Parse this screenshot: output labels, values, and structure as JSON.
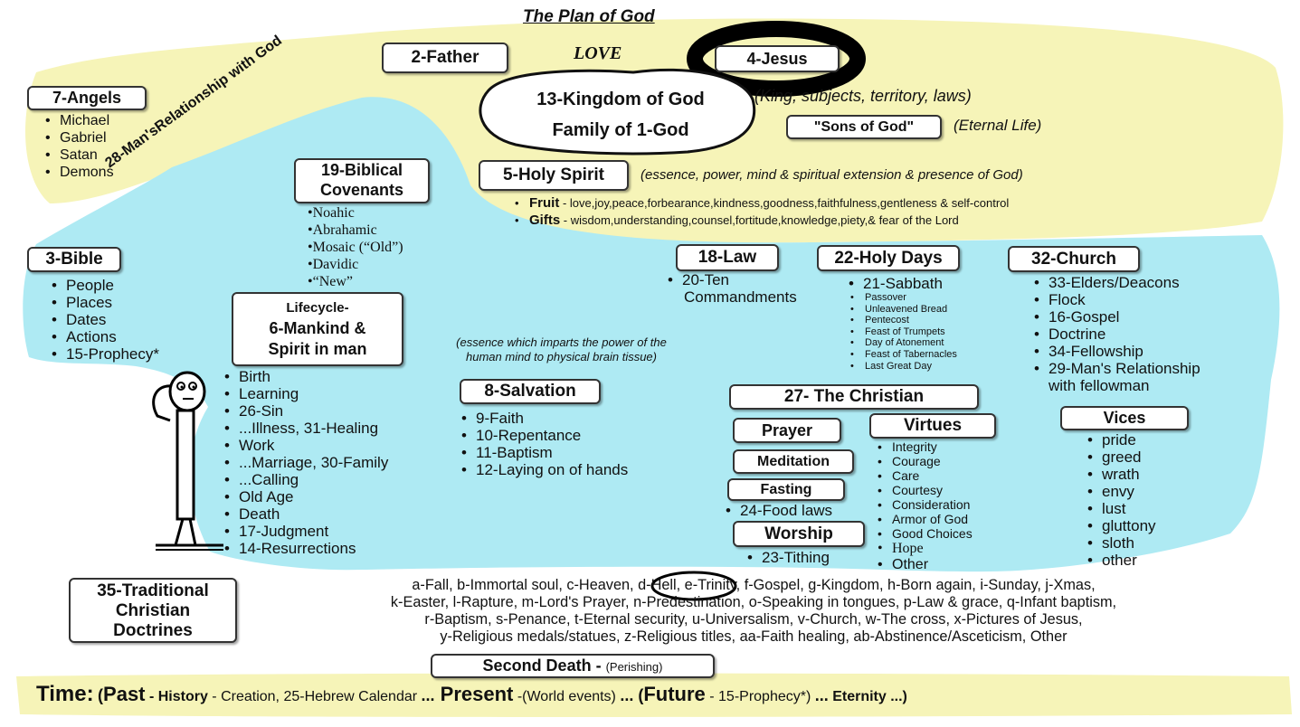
{
  "title": "The Plan of God",
  "love": "LOVE",
  "father": "2-Father",
  "jesus": "4-Jesus",
  "kingdom": {
    "line1": "13-Kingdom of God",
    "line2": "Family of 1-God",
    "note": "(King, subjects, territory, laws)"
  },
  "sons": {
    "label": "\"Sons of God\"",
    "note": "(Eternal Life)"
  },
  "angels": {
    "label": "7-Angels",
    "items": [
      "Michael",
      "Gabriel",
      "Satan",
      "Demons"
    ]
  },
  "relationship": "28-Man'sRelationship with God",
  "holy_spirit": {
    "label": "5-Holy Spirit",
    "note": "(essence, power, mind & spiritual extension & presence of God)",
    "fruit_label": "Fruit",
    "fruit_text": " - love,joy,peace,forbearance,kindness,goodness,faithfulness,gentleness & self-control",
    "gifts_label": "Gifts",
    "gifts_text": " - wisdom,understanding,counsel,fortitude,knowledge,piety,& fear of the Lord"
  },
  "covenants": {
    "label_line1": "19-Biblical",
    "label_line2": "Covenants",
    "items": [
      "•Noahic",
      "•Abrahamic",
      "•Mosaic (“Old”)",
      "•Davidic",
      "•“New”"
    ]
  },
  "bible": {
    "label": "3-Bible",
    "items": [
      "People",
      "Places",
      "Dates",
      "Actions",
      "15-Prophecy*"
    ]
  },
  "lifecycle": {
    "line1": "Lifecycle-",
    "line2": "6-Mankind &",
    "line3": "Spirit in man",
    "note_line1": "(essence which imparts the power of the",
    "note_line2": "human mind to physical brain tissue)",
    "items": [
      "Birth",
      "Learning",
      "26-Sin",
      "...Illness, 31-Healing",
      "Work",
      "...Marriage, 30-Family",
      "...Calling",
      "Old Age",
      "Death",
      "17-Judgment",
      "14-Resurrections"
    ]
  },
  "law": {
    "label": "18-Law",
    "item_line1": "20-Ten",
    "item_line2": "Commandments"
  },
  "holy_days": {
    "label": "22-Holy Days",
    "first": "21-Sabbath",
    "items": [
      "Passover",
      "Unleavened Bread",
      "Pentecost",
      "Feast of Trumpets",
      "Day of Atonement",
      "Feast of Tabernacles",
      "Last Great Day"
    ]
  },
  "church": {
    "label": "32-Church",
    "items": [
      "33-Elders/Deacons",
      "Flock",
      "16-Gospel",
      "Doctrine",
      "34-Fellowship",
      "29-Man's Relationship"
    ],
    "last_cont": "with fellowman"
  },
  "salvation": {
    "label": "8-Salvation",
    "items": [
      "9-Faith",
      "10-Repentance",
      "11-Baptism",
      "12-Laying on of hands"
    ]
  },
  "christian": {
    "label": "27- The Christian"
  },
  "prayer": "Prayer",
  "meditation": "Meditation",
  "fasting": {
    "label": "Fasting",
    "item": "24-Food laws"
  },
  "worship": {
    "label": "Worship",
    "item": "23-Tithing"
  },
  "virtues": {
    "label": "Virtues",
    "items": [
      "Integrity",
      "Courage",
      "Care",
      "Courtesy",
      "Consideration",
      "Armor of God",
      "Good Choices"
    ],
    "items_large": [
      "Hope",
      "Other"
    ]
  },
  "vices": {
    "label": "Vices",
    "items": [
      "pride",
      "greed",
      "wrath",
      "envy",
      "lust",
      "gluttony",
      "sloth",
      "other"
    ]
  },
  "traditional": {
    "line1": "35-Traditional",
    "line2": "Christian",
    "line3": "Doctrines",
    "text_lines": [
      "a-Fall, b-Immortal soul, c-Heaven, d-Hell, e-Trinity, f-Gospel, g-Kingdom, h-Born again, i-Sunday, j-Xmas,",
      "k-Easter, l-Rapture, m-Lord's Prayer, n-Predestination, o-Speaking in tongues, p-Law & grace, q-Infant baptism,",
      "r-Baptism, s-Penance, t-Eternal security, u-Universalism, v-Church, w-The cross, x-Pictures of Jesus,",
      "y-Religious medals/statues, z-Religious titles, aa-Faith healing, ab-Abstinence/Asceticism, Other"
    ]
  },
  "second_death": {
    "label": "Second Death - ",
    "note": "(Perishing)"
  },
  "timeline": {
    "time": "Time:",
    "p1": "(",
    "past": "Past",
    "p2": " - ",
    "history": "History",
    "p3": " - Creation, 25-Hebrew Calendar ",
    "dots1": "...",
    "present": " Present",
    "p4": " -(World events) ",
    "dots2": "...",
    "p5": " (",
    "future": "Future",
    "p6": " - 15-Prophecy*) ",
    "dots3": "...",
    "eternity": " Eternity ...)"
  },
  "colors": {
    "yellow": "#f6f4b8",
    "cyan": "#aeeaf3"
  }
}
